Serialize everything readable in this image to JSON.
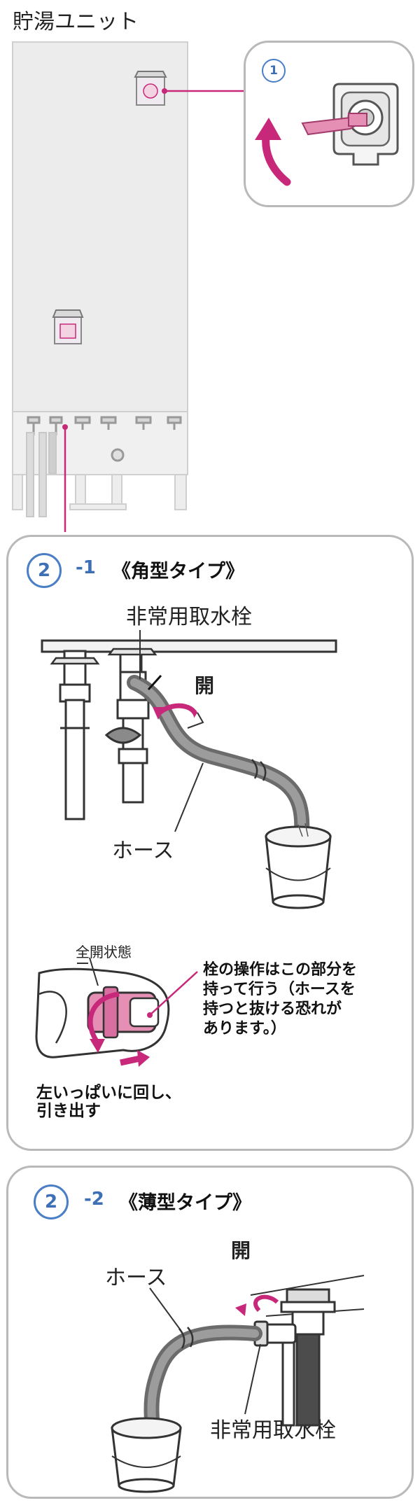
{
  "header": {
    "title": "貯湯ユニット"
  },
  "step1": {
    "number": "1"
  },
  "step2_1": {
    "number": "2",
    "suffix": "-1",
    "title": "《角型タイプ》",
    "valve_label": "非常用取水栓",
    "open_label": "開",
    "hose_label": "ホース",
    "full_open_label": "全開状態",
    "note_lines": [
      "栓の操作はこの部分を",
      "持って行う（ホースを",
      "持つと抜ける恐れが",
      "あります。）"
    ],
    "instruction_lines": [
      "左いっぱいに回し、",
      "引き出す"
    ]
  },
  "step2_2": {
    "number": "2",
    "suffix": "-2",
    "title": "《薄型タイプ》",
    "open_label": "開",
    "hose_label": "ホース",
    "valve_label": "非常用取水栓"
  },
  "colors": {
    "accent_magenta": "#c8287a",
    "step_blue": "#3c6fb5",
    "panel_border": "#b9b9b9",
    "unit_gray": "#ececec",
    "valve_pink": "#e58fb4"
  }
}
